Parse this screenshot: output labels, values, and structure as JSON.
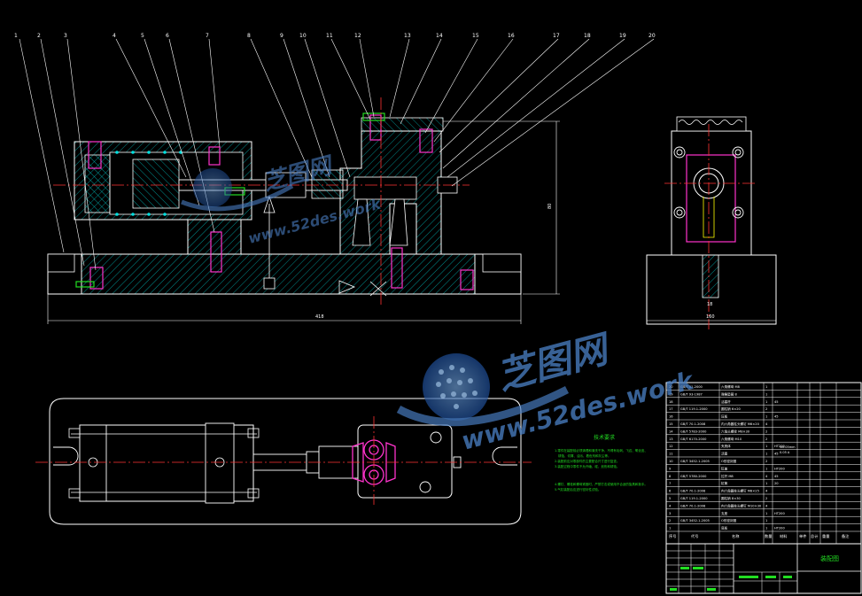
{
  "balloons": [
    "1",
    "2",
    "3",
    "4",
    "5",
    "6",
    "7",
    "8",
    "9",
    "10",
    "11",
    "12",
    "13",
    "14",
    "15",
    "16",
    "17",
    "18",
    "19",
    "20"
  ],
  "dimensions": {
    "main_width": "418",
    "main_height": "80",
    "side_width": "160",
    "side_bolt": "18"
  },
  "watermark": {
    "brand": "芝图网",
    "url_small": "www.52des.work",
    "url_large": "www.52des.work"
  },
  "notes": {
    "title": "技术要求",
    "lines": [
      "1.零件在装配前必须清理和清洗干净，不得有毛刺、飞边、氧化皮、",
      "锈蚀、切屑、油污、着色剂和灰尘等。",
      "2.装配前应对零部件的主要配合尺寸进行复查。",
      "3.装配过程中零件不允许磕、碰、划伤和锈蚀。",
      "4.螺钉、螺栓和螺母紧固时，严禁打击或使用不合适的旋具和扳手。",
      "5.气缸装配后应进行密封性试验。"
    ]
  },
  "parts_list": {
    "headers": [
      "序号",
      "代号",
      "名称",
      "数量",
      "材料",
      "单件",
      "总计",
      "重量",
      "备注"
    ],
    "rows": [
      {
        "no": "20",
        "code": "GB/T 41-2000",
        "name": "六角螺母 M8",
        "qty": "1",
        "mat": ""
      },
      {
        "no": "19",
        "code": "GB/T 93-1987",
        "name": "弹簧垫圈 8",
        "qty": "1",
        "mat": ""
      },
      {
        "no": "18",
        "code": "",
        "name": "活塞杆",
        "qty": "1",
        "mat": "45"
      },
      {
        "no": "17",
        "code": "GB/T 119.1-2000",
        "name": "圆柱销 6×20",
        "qty": "2",
        "mat": ""
      },
      {
        "no": "16",
        "code": "",
        "name": "压板",
        "qty": "1",
        "mat": "45"
      },
      {
        "no": "15",
        "code": "GB/T 70.1-2008",
        "name": "内六角圆柱头螺钉 M6×20",
        "qty": "4",
        "mat": ""
      },
      {
        "no": "14",
        "code": "GB/T 5783-2000",
        "name": "六角头螺栓 M8×30",
        "qty": "2",
        "mat": ""
      },
      {
        "no": "13",
        "code": "GB/T 6170-2000",
        "name": "六角螺母 M10",
        "qty": "2",
        "mat": ""
      },
      {
        "no": "12",
        "code": "",
        "name": "夹具体",
        "qty": "1",
        "mat": "HT200"
      },
      {
        "no": "11",
        "code": "",
        "name": "活塞",
        "qty": "1",
        "mat": "45"
      },
      {
        "no": "10",
        "code": "GB/T 3452.1-2005",
        "name": "O形密封圈",
        "qty": "2",
        "mat": ""
      },
      {
        "no": "9",
        "code": "",
        "name": "缸盖",
        "qty": "1",
        "mat": "HT200"
      },
      {
        "no": "8",
        "code": "GB/T 5780-2000",
        "name": "拉杆 M8",
        "qty": "4",
        "mat": "45"
      },
      {
        "no": "7",
        "code": "",
        "name": "缸筒",
        "qty": "1",
        "mat": "20"
      },
      {
        "no": "6",
        "code": "GB/T 70.1-2008",
        "name": "内六角圆柱头螺钉 M8×25",
        "qty": "4",
        "mat": ""
      },
      {
        "no": "5",
        "code": "GB/T 119.1-2000",
        "name": "圆柱销 8×30",
        "qty": "2",
        "mat": ""
      },
      {
        "no": "4",
        "code": "GB/T 70.1-2008",
        "name": "内六角圆柱头螺钉 M10×30",
        "qty": "4",
        "mat": ""
      },
      {
        "no": "3",
        "code": "",
        "name": "支座",
        "qty": "1",
        "mat": "HT200"
      },
      {
        "no": "2",
        "code": "GB/T 3452.1-2005",
        "name": "O形密封圈",
        "qty": "1",
        "mat": ""
      },
      {
        "no": "1",
        "code": "",
        "name": "底板",
        "qty": "1",
        "mat": "HT200"
      }
    ]
  },
  "title_block": {
    "drawing_title": "装配图",
    "side_note_1": "≤0.05mm",
    "side_note_2": "0.05 A"
  }
}
